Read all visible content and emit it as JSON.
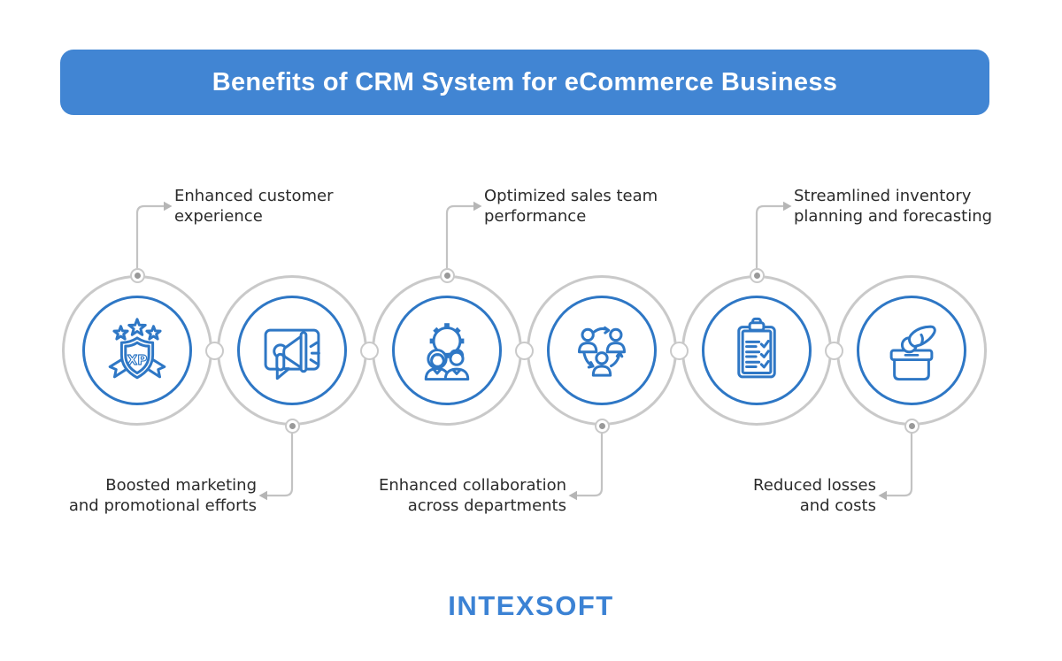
{
  "header": {
    "title": "Benefits of CRM System for eCommerce Business"
  },
  "benefits": [
    {
      "id": "customer-experience",
      "icon": "xp-shield-badge-icon",
      "label_position": "top",
      "label_line1": "Enhanced customer",
      "label_line2": "experience"
    },
    {
      "id": "marketing",
      "icon": "megaphone-announcement-icon",
      "label_position": "bottom",
      "label_line1": "Boosted marketing",
      "label_line2": "and promotional efforts"
    },
    {
      "id": "sales-performance",
      "icon": "team-gear-icon",
      "label_position": "top",
      "label_line1": "Optimized sales team",
      "label_line2": "performance"
    },
    {
      "id": "collaboration",
      "icon": "people-cycle-arrows-icon",
      "label_position": "bottom",
      "label_line1": "Enhanced collaboration",
      "label_line2": "across departments"
    },
    {
      "id": "inventory-planning",
      "icon": "clipboard-checklist-icon",
      "label_position": "top",
      "label_line1": "Streamlined inventory",
      "label_line2": "planning and forecasting"
    },
    {
      "id": "reduced-losses",
      "icon": "hand-coin-box-icon",
      "label_position": "bottom",
      "label_line1": "Reduced losses",
      "label_line2": "and costs"
    }
  ],
  "footer": {
    "logo_text": "INTEXSOFT"
  },
  "colors": {
    "banner_blue": "#4185d3",
    "icon_blue": "#2e77c5",
    "circle_gray": "#c9c9c9",
    "connector_gray": "#c3c3c3",
    "arrow_gray": "#b5b5b5",
    "node_dot_gray": "#999999",
    "text_dark": "#2b2b2b",
    "logo_blue": "#3b82d4"
  }
}
